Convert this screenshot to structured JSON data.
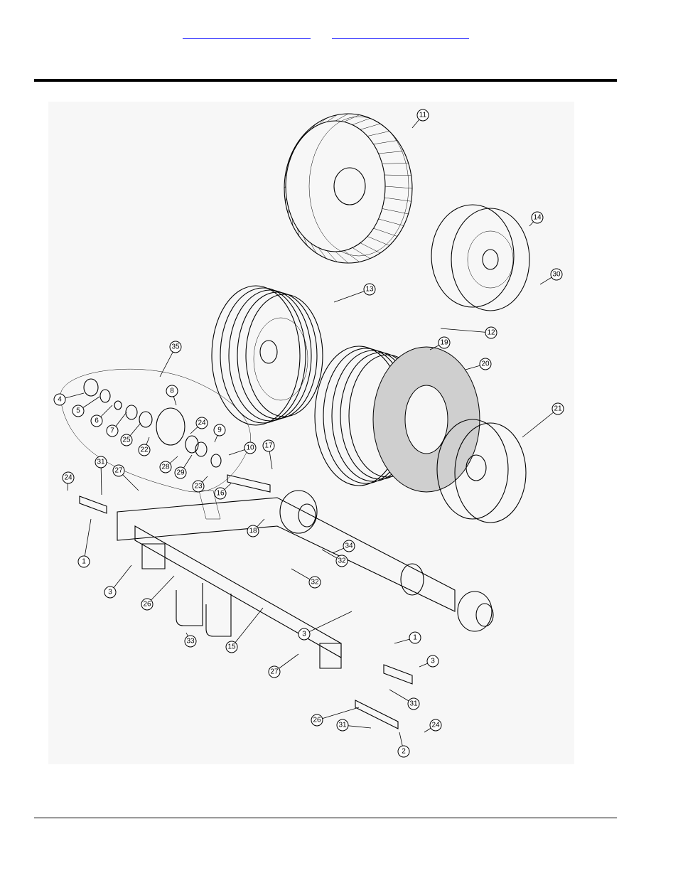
{
  "header": {
    "links": [
      "",
      ""
    ]
  },
  "diagram": {
    "callouts": [
      "11",
      "14",
      "30",
      "13",
      "12",
      "19",
      "20",
      "21",
      "35",
      "8",
      "4",
      "5",
      "6",
      "7",
      "25",
      "22",
      "24",
      "9",
      "10",
      "28",
      "29",
      "23",
      "17",
      "16",
      "31",
      "27",
      "24",
      "1",
      "18",
      "34",
      "32",
      "32",
      "3",
      "26",
      "33",
      "15",
      "3",
      "27",
      "1",
      "3",
      "31",
      "26",
      "31",
      "24",
      "2"
    ],
    "colors": {
      "link": "#1a1aff",
      "rule": "#000000",
      "frame": "#f7f7f7"
    }
  }
}
